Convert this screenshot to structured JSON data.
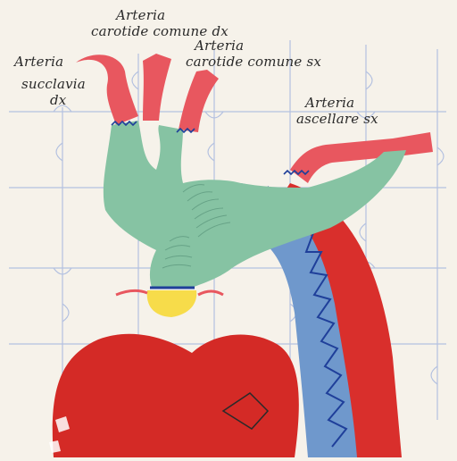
{
  "labels": {
    "subclavian_right": {
      "line1": "Arteria",
      "line2": "succlavia",
      "line3": "dx"
    },
    "carotid_right": {
      "line1": "Arteria",
      "line2": "carotide comune dx"
    },
    "carotid_left": {
      "line1": "Arteria",
      "line2": "carotide comune sx"
    },
    "axillary_left": {
      "line1": "Arteria",
      "line2": "ascellare sx"
    }
  },
  "colors": {
    "paper": "#f6f2ea",
    "puzzle_line": "#9fb0d8",
    "artery_red": "#e8575f",
    "aorta_green": "#86c3a3",
    "descending_blue": "#6f98cc",
    "zigzag_blue": "#1f3f9a",
    "heart_red": "#d42a26",
    "valve_yellow": "#f7dc4a"
  }
}
